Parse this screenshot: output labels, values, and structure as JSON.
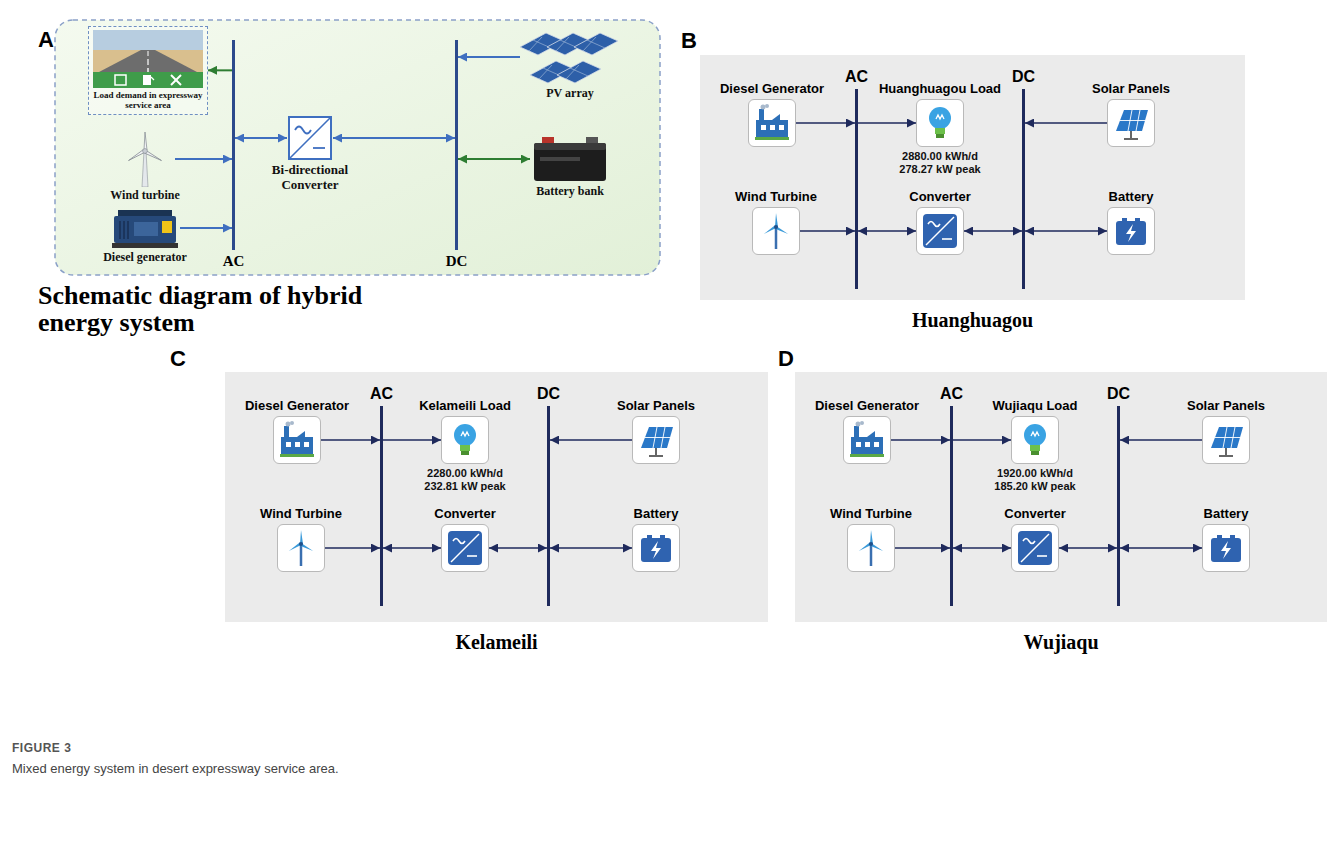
{
  "diagram": {
    "caption": "Mixed energy system in desert expressway service area.",
    "nodes": [
      {
        "text": [
          "Schematic diagram of hybrid energy system"
        ]
      },
      {
        "text": [
          "Load demand in expressway service area"
        ],
        "in": 0
      },
      {
        "text": [
          "Wind turbine"
        ],
        "in": 0
      },
      {
        "text": [
          "Diesel generator"
        ],
        "in": 0
      },
      {
        "text": [
          "AC"
        ],
        "in": 0
      },
      {
        "text": [
          "Bi-directional Converter"
        ],
        "in": 0
      },
      {
        "text": [
          "DC"
        ],
        "in": 0
      },
      {
        "text": [
          "PV array"
        ],
        "in": 0
      },
      {
        "text": [
          "Battery bank"
        ],
        "in": 0
      },
      {
        "text": [
          "Huanghuagou"
        ]
      },
      {
        "text": [
          "AC"
        ],
        "in": 9
      },
      {
        "text": [
          "DC"
        ],
        "in": 9
      },
      {
        "text": [
          "Diesel Generator"
        ],
        "in": 9
      },
      {
        "text": [
          "Huanghuagou Load",
          "2880.00 kWh/d 278.27 kW peak"
        ],
        "in": 9
      },
      {
        "text": [
          "Solar Panels"
        ],
        "in": 9
      },
      {
        "text": [
          "Wind Turbine"
        ],
        "in": 9
      },
      {
        "text": [
          "Converter"
        ],
        "in": 9
      },
      {
        "text": [
          "Battery"
        ],
        "in": 9
      },
      {
        "text": [
          "Kelameili"
        ]
      },
      {
        "text": [
          "AC"
        ],
        "in": 18
      },
      {
        "text": [
          "DC"
        ],
        "in": 18
      },
      {
        "text": [
          "Diesel Generator"
        ],
        "in": 18
      },
      {
        "text": [
          "Kelameili Load",
          "2280.00 kWh/d 232.81 kW peak"
        ],
        "in": 18
      },
      {
        "text": [
          "Solar Panels"
        ],
        "in": 18
      },
      {
        "text": [
          "Wind Turbine"
        ],
        "in": 18
      },
      {
        "text": [
          "Converter"
        ],
        "in": 18
      },
      {
        "text": [
          "Battery"
        ],
        "in": 18
      },
      {
        "text": [
          "Wujiaqu"
        ]
      },
      {
        "text": [
          "AC"
        ],
        "in": 27
      },
      {
        "text": [
          "DC"
        ],
        "in": 27
      },
      {
        "text": [
          "Diesel Generator"
        ],
        "in": 27
      },
      {
        "text": [
          "Wujiaqu Load",
          "1920.00 kWh/d 185.20 kW peak"
        ],
        "in": 27
      },
      {
        "text": [
          "Solar Panels"
        ],
        "in": 27
      },
      {
        "text": [
          "Wind Turbine"
        ],
        "in": 27
      },
      {
        "text": [
          "Converter"
        ],
        "in": 27
      },
      {
        "text": [
          "Battery"
        ],
        "in": 27
      }
    ],
    "edges": [
      {
        "from": 4,
        "to": 1,
        "arrow": "to"
      },
      {
        "from": 2,
        "to": 4,
        "arrow": "to"
      },
      {
        "from": 3,
        "to": 4,
        "arrow": "to"
      },
      {
        "from": 5,
        "to": 4,
        "arrow": "both"
      },
      {
        "from": 5,
        "to": 6,
        "arrow": "both"
      },
      {
        "from": 7,
        "to": 6,
        "arrow": "to"
      },
      {
        "from": 8,
        "to": 6,
        "arrow": "both"
      },
      {
        "from": 12,
        "to": 10,
        "arrow": "to"
      },
      {
        "from": 10,
        "to": 13,
        "arrow": "to"
      },
      {
        "from": 14,
        "to": 11,
        "arrow": "to"
      },
      {
        "from": 15,
        "to": 10,
        "arrow": "to"
      },
      {
        "from": 16,
        "to": 10,
        "arrow": "both"
      },
      {
        "from": 16,
        "to": 11,
        "arrow": "both"
      },
      {
        "from": 17,
        "to": 11,
        "arrow": "both"
      },
      {
        "from": 21,
        "to": 19,
        "arrow": "to"
      },
      {
        "from": 19,
        "to": 22,
        "arrow": "to"
      },
      {
        "from": 23,
        "to": 20,
        "arrow": "to"
      },
      {
        "from": 24,
        "to": 19,
        "arrow": "to"
      },
      {
        "from": 25,
        "to": 19,
        "arrow": "both"
      },
      {
        "from": 25,
        "to": 20,
        "arrow": "both"
      },
      {
        "from": 26,
        "to": 20,
        "arrow": "both"
      },
      {
        "from": 30,
        "to": 28,
        "arrow": "to"
      },
      {
        "from": 28,
        "to": 31,
        "arrow": "to"
      },
      {
        "from": 32,
        "to": 29,
        "arrow": "to"
      },
      {
        "from": 33,
        "to": 28,
        "arrow": "to"
      },
      {
        "from": 34,
        "to": 28,
        "arrow": "both"
      },
      {
        "from": 34,
        "to": 29,
        "arrow": "both"
      },
      {
        "from": 35,
        "to": 29,
        "arrow": "both"
      }
    ],
    "labels": [
      "A",
      "B",
      "C",
      "D",
      "FIGURE 3"
    ]
  }
}
